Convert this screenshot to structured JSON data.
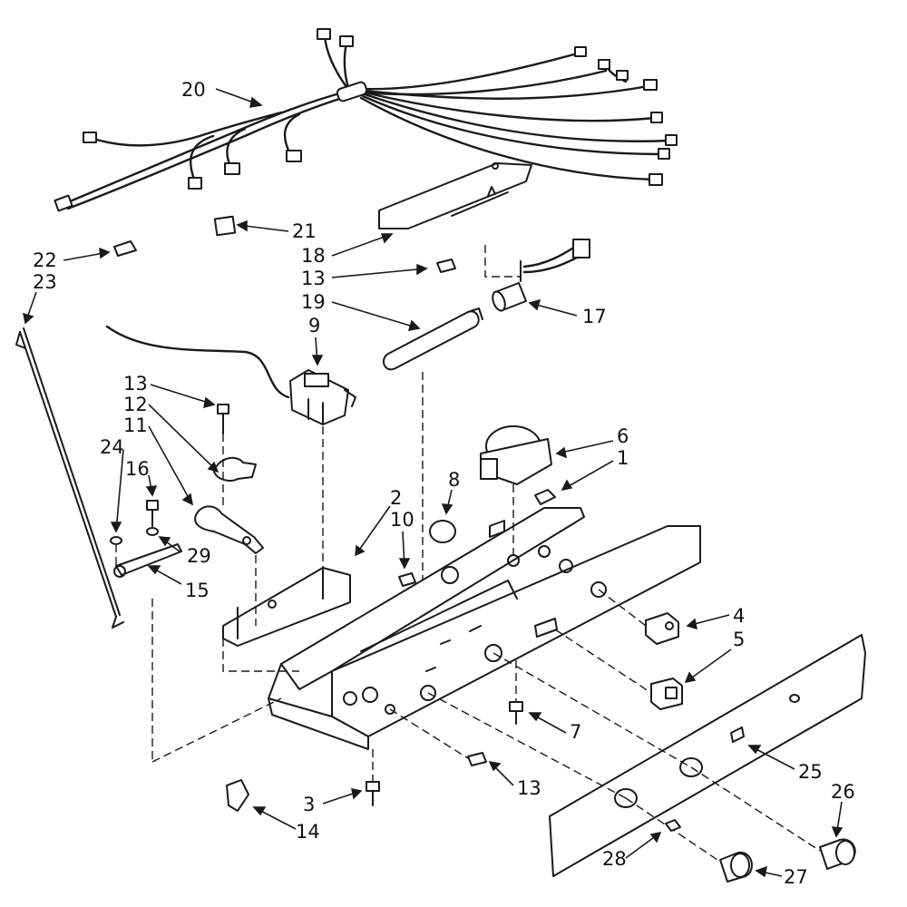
{
  "diagram": {
    "callouts": [
      {
        "id": "20",
        "label": "20"
      },
      {
        "id": "21",
        "label": "21"
      },
      {
        "id": "18",
        "label": "18"
      },
      {
        "id": "13a",
        "label": "13"
      },
      {
        "id": "19",
        "label": "19"
      },
      {
        "id": "17",
        "label": "17"
      },
      {
        "id": "22",
        "label": "22"
      },
      {
        "id": "23",
        "label": "23"
      },
      {
        "id": "9",
        "label": "9"
      },
      {
        "id": "13b",
        "label": "13"
      },
      {
        "id": "12",
        "label": "12"
      },
      {
        "id": "11",
        "label": "11"
      },
      {
        "id": "24",
        "label": "24"
      },
      {
        "id": "16",
        "label": "16"
      },
      {
        "id": "29",
        "label": "29"
      },
      {
        "id": "15",
        "label": "15"
      },
      {
        "id": "6",
        "label": "6"
      },
      {
        "id": "1",
        "label": "1"
      },
      {
        "id": "8",
        "label": "8"
      },
      {
        "id": "2",
        "label": "2"
      },
      {
        "id": "10",
        "label": "10"
      },
      {
        "id": "4",
        "label": "4"
      },
      {
        "id": "5",
        "label": "5"
      },
      {
        "id": "7",
        "label": "7"
      },
      {
        "id": "13c",
        "label": "13"
      },
      {
        "id": "25",
        "label": "25"
      },
      {
        "id": "26",
        "label": "26"
      },
      {
        "id": "3",
        "label": "3"
      },
      {
        "id": "14",
        "label": "14"
      },
      {
        "id": "28",
        "label": "28"
      },
      {
        "id": "27",
        "label": "27"
      }
    ],
    "colors": {
      "ink": "#1a1a1a",
      "paper": "#ffffff"
    }
  }
}
